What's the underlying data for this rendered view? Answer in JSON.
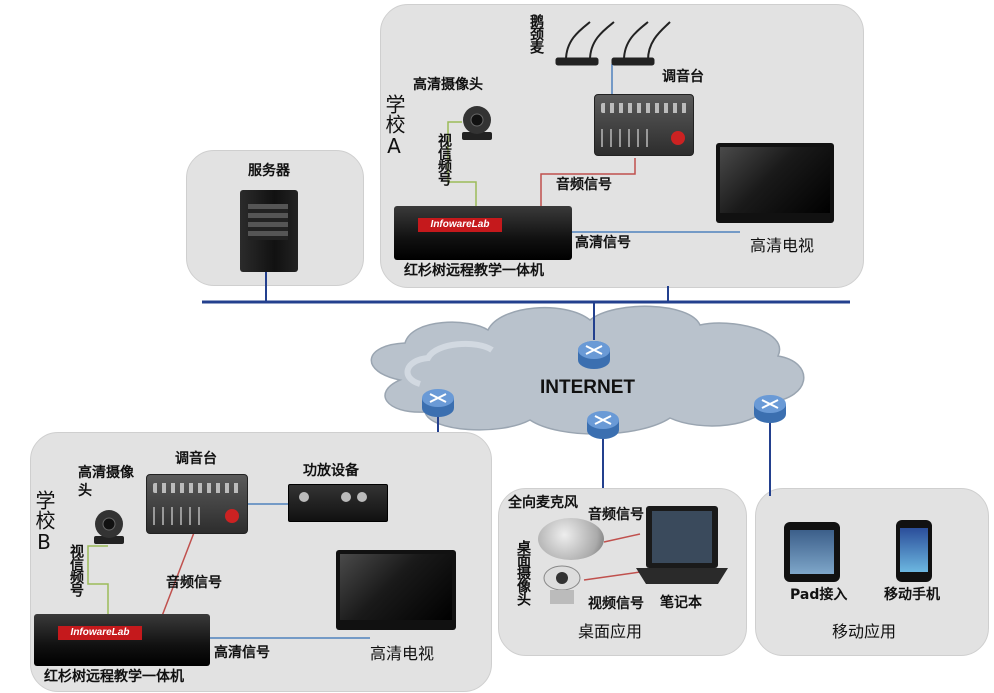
{
  "network": {
    "internet_label": "INTERNET"
  },
  "school_a": {
    "title_chars": "学校A",
    "gooseneck_mic": "鹅颈麦",
    "mixer": "调音台",
    "camera": "高清摄像头",
    "video_signal": "视信频号",
    "audio_signal": "音频信号",
    "hd_signal": "高清信号",
    "hd_tv": "高清电视",
    "machine": "红杉树远程教学一体机",
    "logo": "InfowareLab"
  },
  "server": {
    "title": "服务器"
  },
  "school_b": {
    "title_chars": "学校B",
    "camera": "高清摄像头",
    "mixer": "调音台",
    "amplifier": "功放设备",
    "video_signal": "视信频号",
    "audio_signal": "音频信号",
    "hd_signal": "高清信号",
    "hd_tv": "高清电视",
    "machine": "红杉树远程教学一体机",
    "logo": "InfowareLab"
  },
  "desktop": {
    "omni_mic": "全向麦克风",
    "audio_signal": "音频信号",
    "desktop_camera": "桌面摄像头",
    "video_signal": "视频信号",
    "laptop": "笔记本",
    "title": "桌面应用"
  },
  "mobile": {
    "pad": "Pad接入",
    "phone": "移动手机",
    "title": "移动应用"
  },
  "colors": {
    "panel": "#e2e2e2",
    "backbone": "#23408e",
    "router": "#4a7fc2",
    "audio_line": "#c0504d",
    "video_line": "#9bbb59",
    "hd_line": "#4f81bd"
  }
}
